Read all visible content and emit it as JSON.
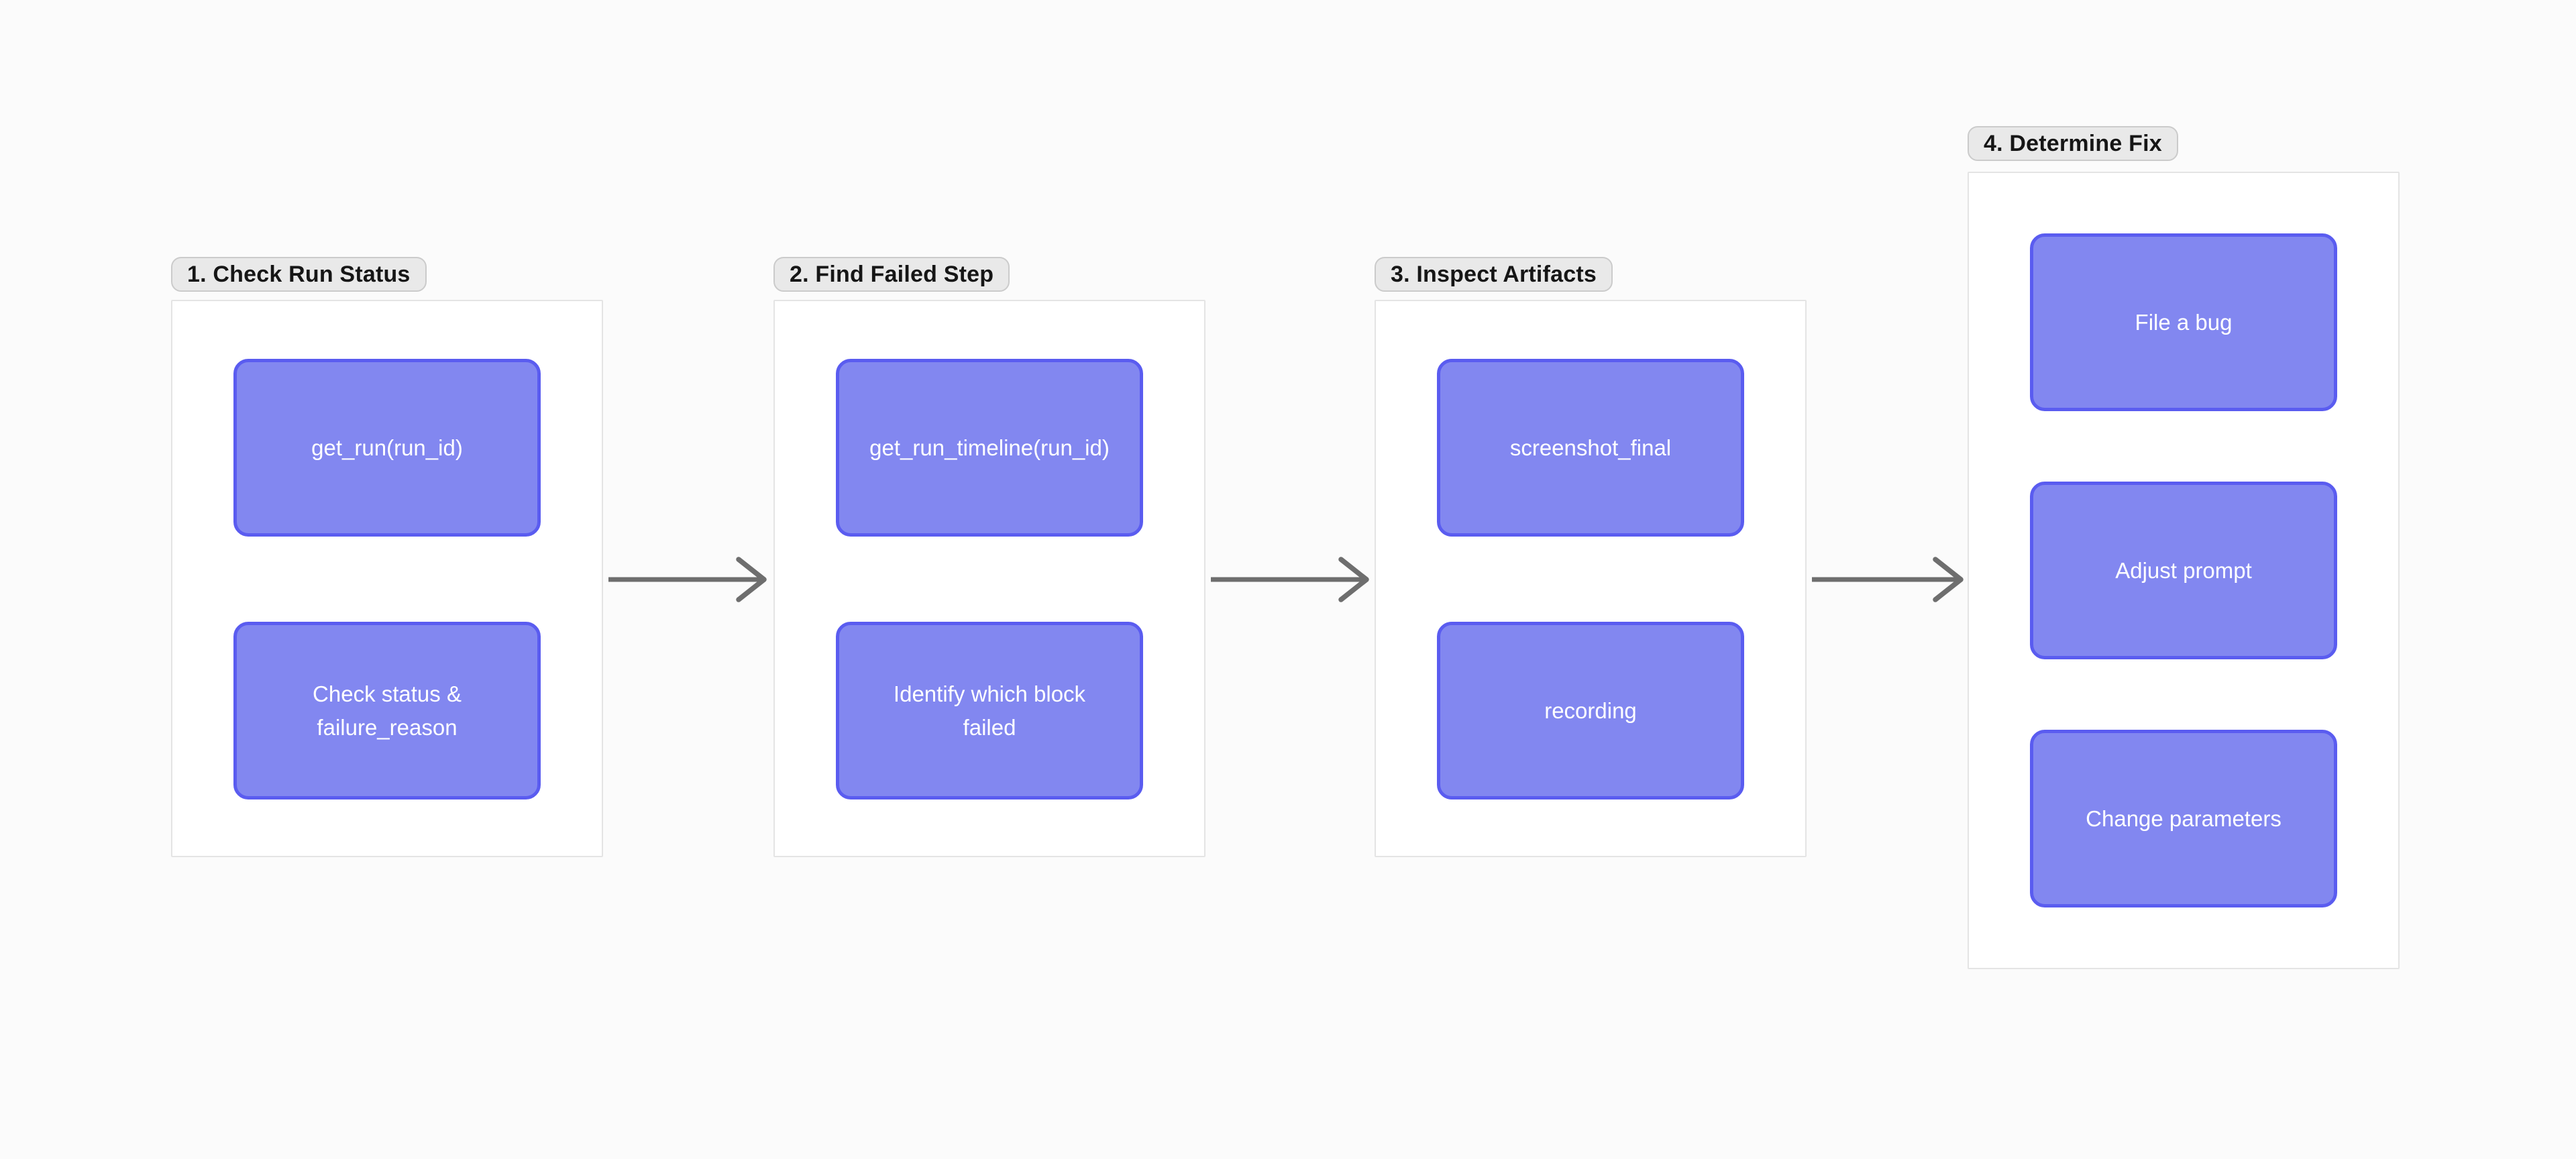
{
  "style": {
    "canvas_bg": "#fbfbfb",
    "panel_bg": "#ffffff",
    "panel_border": "#e4e4e4",
    "badge_bg": "#e9e9e9",
    "badge_border": "#cbcbcb",
    "badge_text": "#161616",
    "node_fill": "#8287f0",
    "node_border": "#5a5cf0",
    "node_text": "#ffffff",
    "arrow_color": "#6e6e6e"
  },
  "flow": {
    "groups": [
      {
        "label": "1. Check Run Status",
        "nodes": [
          "get_run(run_id)",
          "Check status &\nfailure_reason"
        ]
      },
      {
        "label": "2. Find Failed Step",
        "nodes": [
          "get_run_timeline(run_id)",
          "Identify which block\nfailed"
        ]
      },
      {
        "label": "3. Inspect Artifacts",
        "nodes": [
          "screenshot_final",
          "recording"
        ]
      },
      {
        "label": "4. Determine Fix",
        "nodes": [
          "File a bug",
          "Adjust prompt",
          "Change parameters"
        ]
      }
    ],
    "arrows": [
      {
        "from": "1. Check Run Status",
        "to": "2. Find Failed Step"
      },
      {
        "from": "2. Find Failed Step",
        "to": "3. Inspect Artifacts"
      },
      {
        "from": "3. Inspect Artifacts",
        "to": "4. Determine Fix"
      }
    ]
  }
}
